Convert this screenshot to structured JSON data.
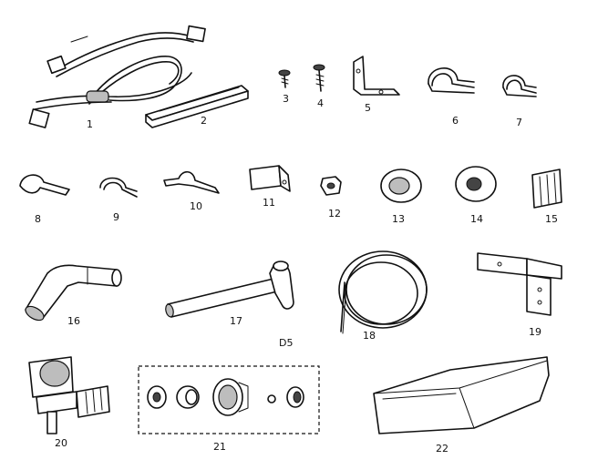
{
  "parts": [
    {
      "id": "p1",
      "label": "1"
    },
    {
      "id": "p2",
      "label": "2"
    },
    {
      "id": "p3",
      "label": "3"
    },
    {
      "id": "p4",
      "label": "4"
    },
    {
      "id": "p5",
      "label": "5"
    },
    {
      "id": "p6",
      "label": "6"
    },
    {
      "id": "p7",
      "label": "7"
    },
    {
      "id": "p8",
      "label": "8"
    },
    {
      "id": "p9",
      "label": "9"
    },
    {
      "id": "p10",
      "label": "10"
    },
    {
      "id": "p11",
      "label": "11"
    },
    {
      "id": "p12",
      "label": "12"
    },
    {
      "id": "p13",
      "label": "13"
    },
    {
      "id": "p14",
      "label": "14"
    },
    {
      "id": "p15",
      "label": "15"
    },
    {
      "id": "p16",
      "label": "16"
    },
    {
      "id": "p17",
      "label": "17"
    },
    {
      "id": "p18",
      "label": "18"
    },
    {
      "id": "p19",
      "label": "19"
    },
    {
      "id": "p20",
      "label": "20"
    },
    {
      "id": "p21",
      "label": "21"
    },
    {
      "id": "p22",
      "label": "22"
    }
  ],
  "diagram_code": "D5"
}
